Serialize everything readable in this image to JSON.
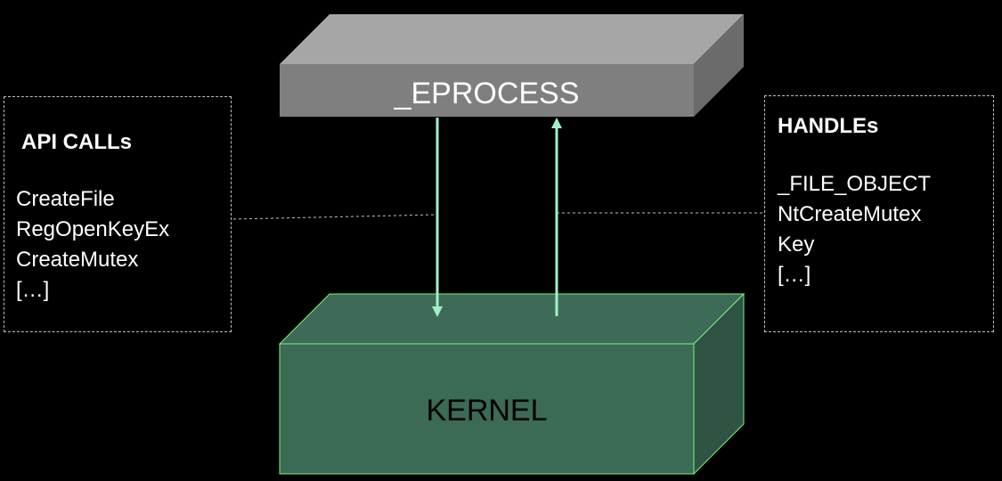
{
  "eprocess": {
    "label": "_EPROCESS",
    "front_color": "#7f7f7f",
    "top_color": "#a6a6a6",
    "side_color": "#6b6b6b"
  },
  "kernel": {
    "label": "KERNEL",
    "front_color": "#3b6a55",
    "top_color": "#3e6b57",
    "side_color": "#2f5444",
    "border_color": "#7cf07c"
  },
  "arrows": {
    "color": "#a0f0c8"
  },
  "api_calls": {
    "heading": "API CALLs",
    "items": [
      "CreateFile",
      "RegOpenKeyEx",
      "CreateMutex",
      "[…]"
    ]
  },
  "handles": {
    "heading": "HANDLEs",
    "items": [
      "_FILE_OBJECT",
      "NtCreateMutex",
      "Key",
      "[…]"
    ]
  }
}
